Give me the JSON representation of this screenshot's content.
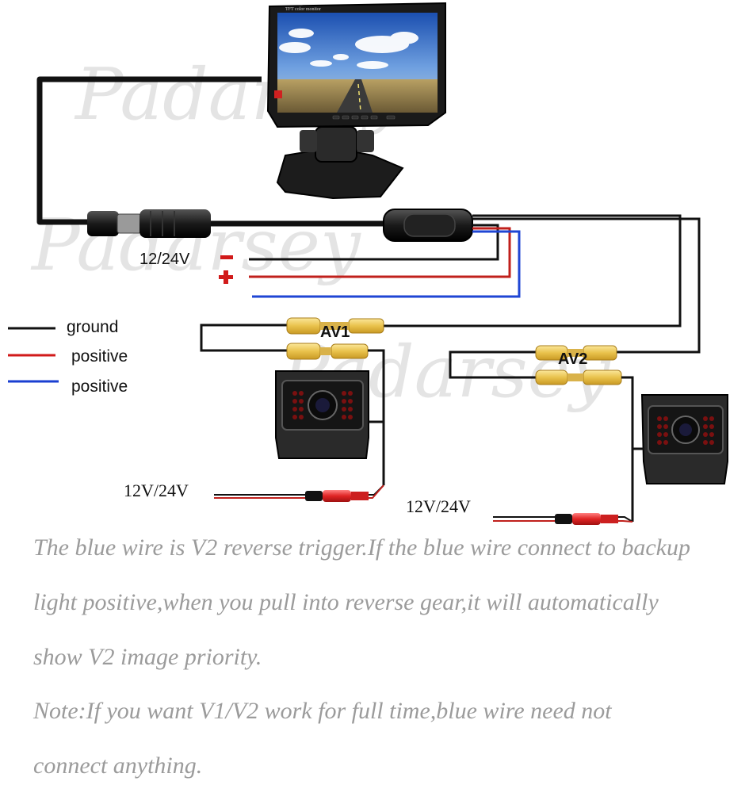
{
  "watermark": "Padarsey",
  "monitor": {
    "brand_text": "TFT color monitor"
  },
  "power_in": {
    "label": "12/24V",
    "minus": "-",
    "plus": "+"
  },
  "legend": [
    {
      "label": "ground",
      "color": "#111111"
    },
    {
      "label": "positive",
      "color": "#d11a1a"
    },
    {
      "label": "positive",
      "color": "#1a3fd1"
    }
  ],
  "connectors": {
    "av1": "AV1",
    "av2": "AV2"
  },
  "camera_power": {
    "cam1": "12V/24V",
    "cam2": "12V/24V"
  },
  "colors": {
    "wire_black": "#111111",
    "wire_red": "#c0201c",
    "wire_blue": "#1f46d4",
    "rca_yellow": "#f0d060",
    "rca_red": "#d62424",
    "caption_gray": "#9b9b9b"
  },
  "caption": {
    "line1": "The blue wire is V2 reverse trigger.If the blue wire connect to backup",
    "line2": "light positive,when you pull into reverse gear,it will automatically",
    "line3": "show V2 image priority.",
    "line4": "Note:If you want V1/V2 work for full time,blue wire need not",
    "line5": "connect anything."
  }
}
